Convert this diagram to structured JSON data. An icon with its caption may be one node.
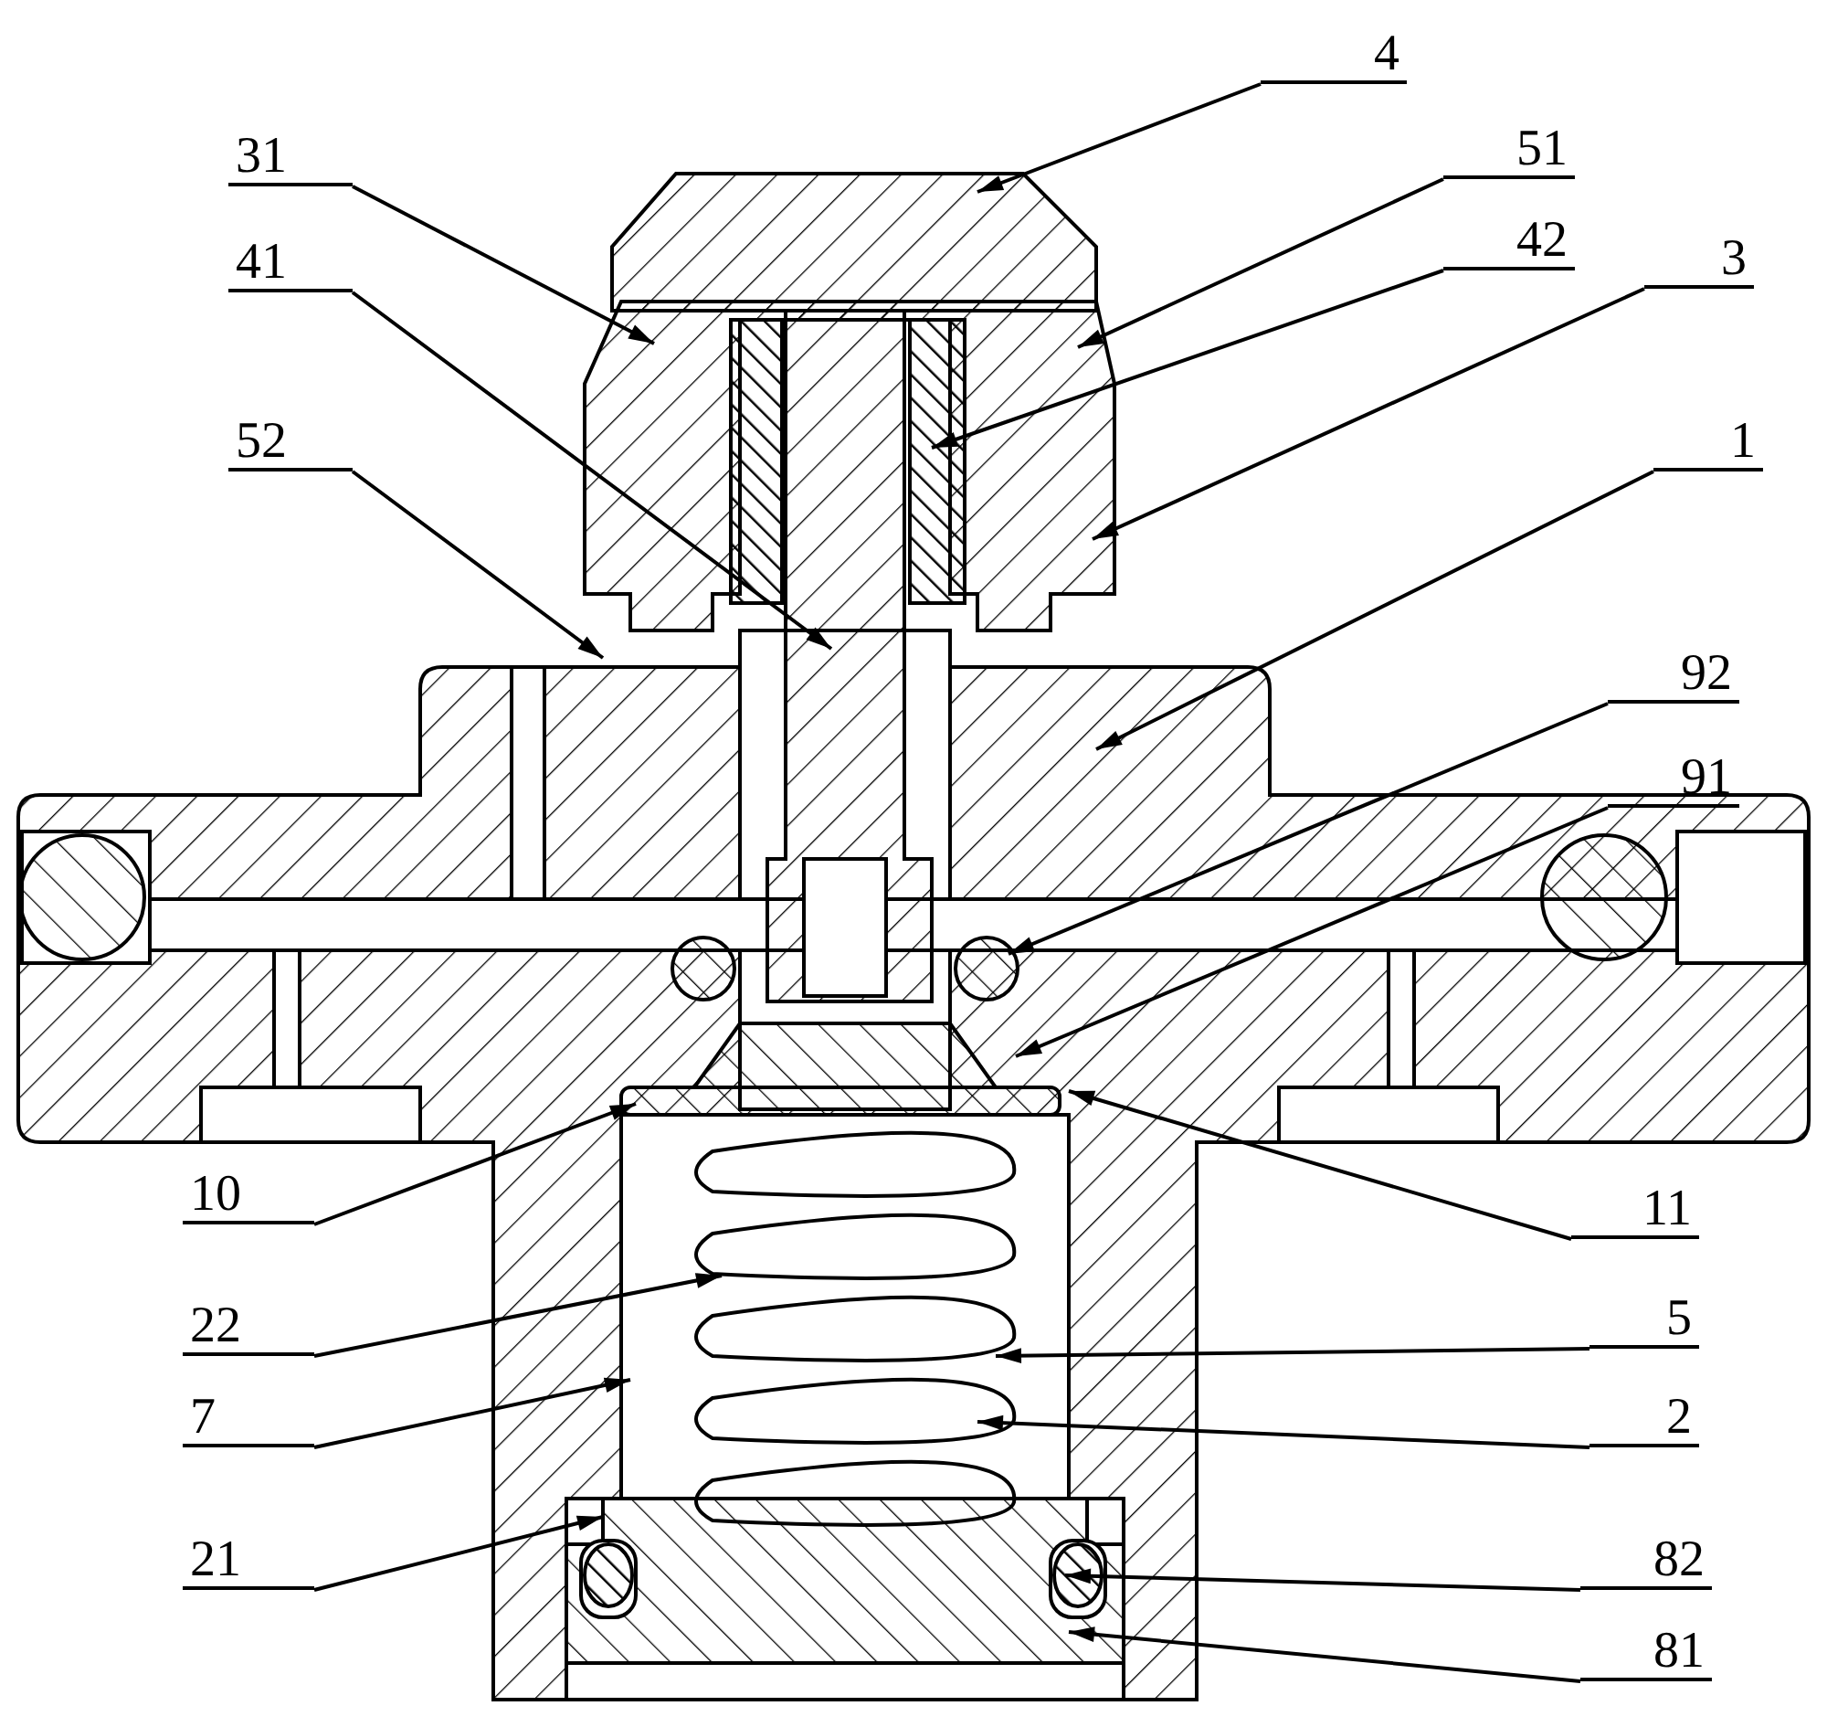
{
  "diagram": {
    "nodes": [
      {
        "text": [
          "4"
        ]
      },
      {
        "text": [
          "31"
        ]
      },
      {
        "text": [
          "51"
        ]
      },
      {
        "text": [
          "42"
        ]
      },
      {
        "text": [
          "3"
        ]
      },
      {
        "text": [
          "41"
        ]
      },
      {
        "text": [
          "52"
        ]
      },
      {
        "text": [
          "1"
        ]
      },
      {
        "text": [
          "92"
        ]
      },
      {
        "text": [
          "91"
        ]
      },
      {
        "text": [
          "10"
        ]
      },
      {
        "text": [
          "11"
        ]
      },
      {
        "text": [
          "22"
        ]
      },
      {
        "text": [
          "5"
        ]
      },
      {
        "text": [
          "7"
        ]
      },
      {
        "text": [
          "2"
        ]
      },
      {
        "text": [
          "21"
        ]
      },
      {
        "text": [
          "82"
        ]
      },
      {
        "text": [
          "81"
        ]
      }
    ],
    "edges": [
      {
        "from": 0,
        "to": null,
        "arrow": "to"
      },
      {
        "from": 1,
        "to": null,
        "arrow": "to"
      },
      {
        "from": 2,
        "to": null,
        "arrow": "to"
      },
      {
        "from": 3,
        "to": null,
        "arrow": "to"
      },
      {
        "from": 4,
        "to": null,
        "arrow": "to"
      },
      {
        "from": 5,
        "to": null,
        "arrow": "to"
      },
      {
        "from": 6,
        "to": null,
        "arrow": "to"
      },
      {
        "from": 7,
        "to": null,
        "arrow": "to"
      },
      {
        "from": 8,
        "to": null,
        "arrow": "to"
      },
      {
        "from": 9,
        "to": null,
        "arrow": "to"
      },
      {
        "from": 10,
        "to": null,
        "arrow": "to"
      },
      {
        "from": 11,
        "to": null,
        "arrow": "to"
      },
      {
        "from": 12,
        "to": null,
        "arrow": "to"
      },
      {
        "from": 13,
        "to": null,
        "arrow": "to"
      },
      {
        "from": 14,
        "to": null,
        "arrow": "to"
      },
      {
        "from": 15,
        "to": null,
        "arrow": "to"
      },
      {
        "from": 16,
        "to": null,
        "arrow": "to"
      },
      {
        "from": 17,
        "to": null,
        "arrow": "to"
      },
      {
        "from": 18,
        "to": null,
        "arrow": "to"
      }
    ]
  }
}
